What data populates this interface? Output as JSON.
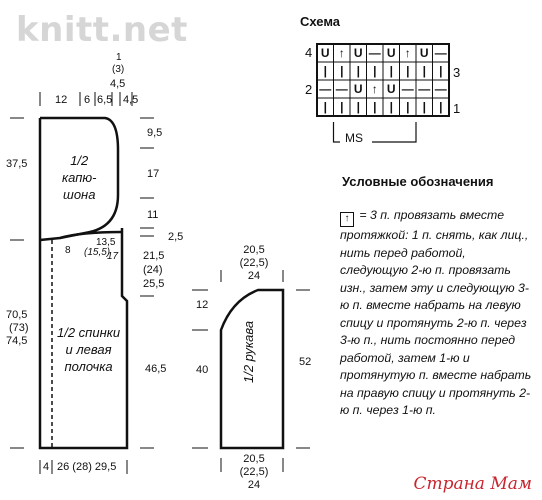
{
  "watermark": "knitt.net",
  "corner_watermark": "Страна Мам",
  "scheme": {
    "title": "Схема",
    "row_numbers": {
      "r4": "4",
      "r3": "3",
      "r2": "2",
      "r1": "1"
    },
    "rows": [
      [
        "U",
        "↑",
        "U",
        "—",
        "U",
        "↑",
        "U",
        "—"
      ],
      [
        "|",
        "|",
        "|",
        "|",
        "|",
        "|",
        "|",
        "|"
      ],
      [
        "—",
        "—",
        "U",
        "↑",
        "U",
        "—",
        "—",
        "—"
      ],
      [
        "|",
        "|",
        "|",
        "|",
        "|",
        "|",
        "|",
        "|"
      ]
    ],
    "repeat_label": "MS"
  },
  "legend": {
    "title": "Условные обозначения",
    "symbol": "↑",
    "text": "= 3 п. провязать вместе протяжкой: 1 п. снять, как лиц., нить перед работой, следующую 2-ю п. провязать изн., затем эту и следующую 3-ю п. вместе набрать на левую спицу и протянуть 2-ю п. через 3-ю п., нить постоянно перед работой, затем 1-ю и протянутую п. вместе набрать на правую спицу и протянуть 2-ю п. через 1-ю п."
  },
  "body_piece": {
    "hood_label": [
      "1/2",
      "капю-",
      "шона"
    ],
    "body_label": [
      "1/2 спинки",
      "и левая",
      "полочка"
    ],
    "top_widths": {
      "a": "12",
      "b": "6",
      "c": "6,5",
      "d": "4,5",
      "e": "4,5"
    },
    "top_stack": [
      "1",
      "(3)"
    ],
    "right_dims": {
      "d1": "9,5",
      "d2": "17",
      "d3": "11",
      "d4": "2,5",
      "d5": "21,5",
      "d6": "(24)",
      "d7": "25,5",
      "d8": "46,5"
    },
    "left_dims": {
      "l1": "37,5",
      "l2": "70,5",
      "l3": "(73)",
      "l4": "74,5"
    },
    "neck_dims": {
      "n0": "8",
      "n1": "13,5",
      "n2": "(15,5)",
      "n3": "17"
    },
    "bottom_dims": {
      "b1": "4",
      "b2": "26 (28) 29,5"
    }
  },
  "sleeve_piece": {
    "label": "1/2 рукава",
    "top": [
      "20,5",
      "(22,5)",
      "24"
    ],
    "bottom": [
      "20,5",
      "(22,5)",
      "24"
    ],
    "left_dims": {
      "l1": "12",
      "l2": "40"
    },
    "right_dim": "52"
  }
}
